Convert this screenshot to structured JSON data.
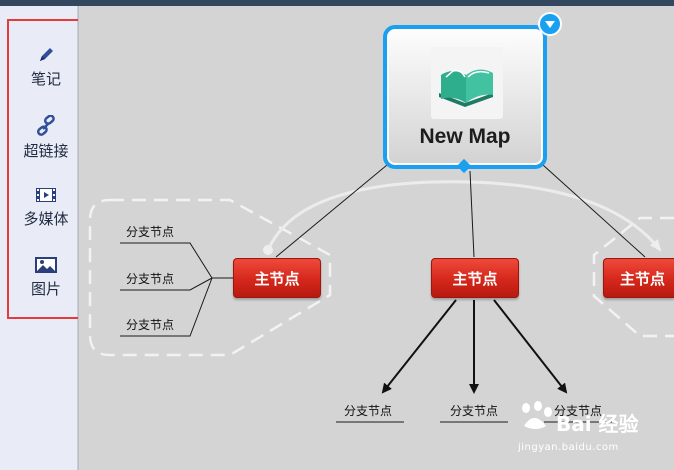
{
  "toolbar": {
    "items": [
      {
        "label": "笔记",
        "icon": "pencil-icon"
      },
      {
        "label": "超链接",
        "icon": "link-icon"
      },
      {
        "label": "多媒体",
        "icon": "film-icon"
      },
      {
        "label": "图片",
        "icon": "picture-icon"
      }
    ]
  },
  "map": {
    "central_topic": "New Map",
    "main_topics": [
      "主节点",
      "主节点",
      "主节点"
    ],
    "left_subtopics": [
      "分支节点",
      "分支节点",
      "分支节点"
    ],
    "bottom_subtopics": [
      "分支节点",
      "分支节点",
      "分支节点"
    ]
  },
  "watermark": {
    "brand": "Bai 经验",
    "url": "jingyan.baidu.com"
  },
  "colors": {
    "accent": "#1aa0f0",
    "main_topic": "#d5271b",
    "highlight_frame": "#e53b3b"
  }
}
